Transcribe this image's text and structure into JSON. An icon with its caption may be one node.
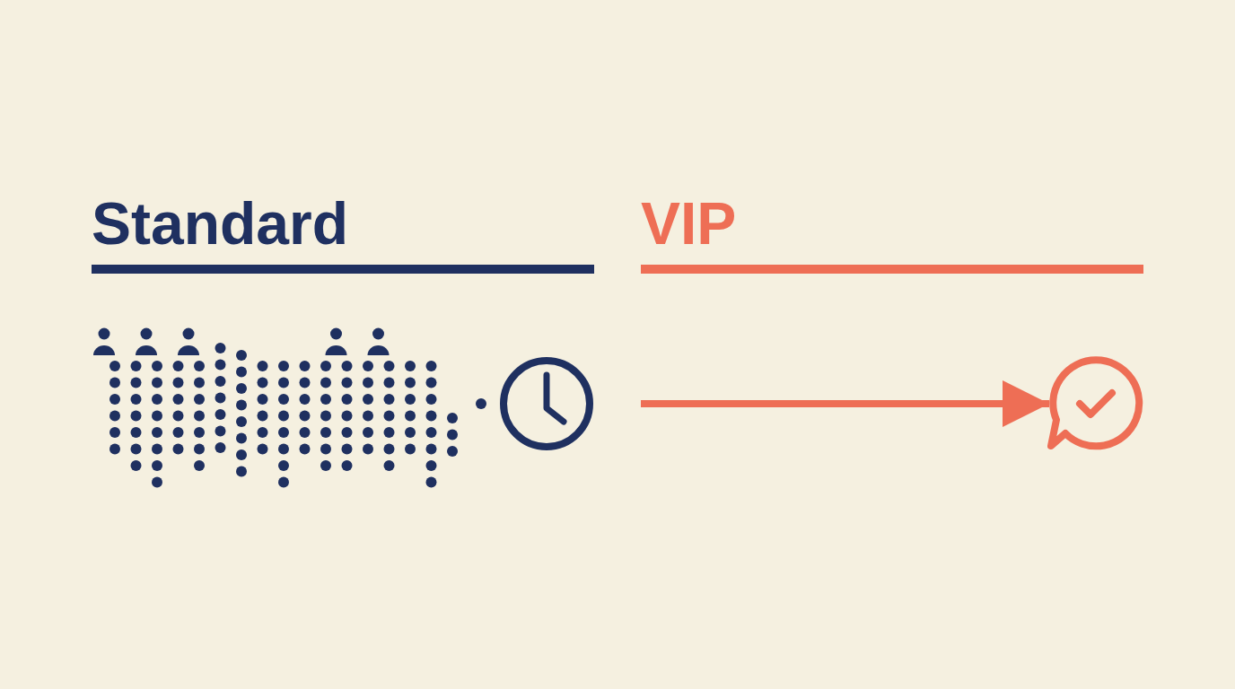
{
  "diagram": {
    "nodes": [
      {
        "text": [],
        "shape": "picture"
      },
      {
        "text": [],
        "shape": "picture"
      }
    ],
    "edges": [
      {
        "from": null,
        "to": 1,
        "arrow": "to"
      }
    ],
    "labels": [
      "Standard",
      "VIP"
    ]
  }
}
